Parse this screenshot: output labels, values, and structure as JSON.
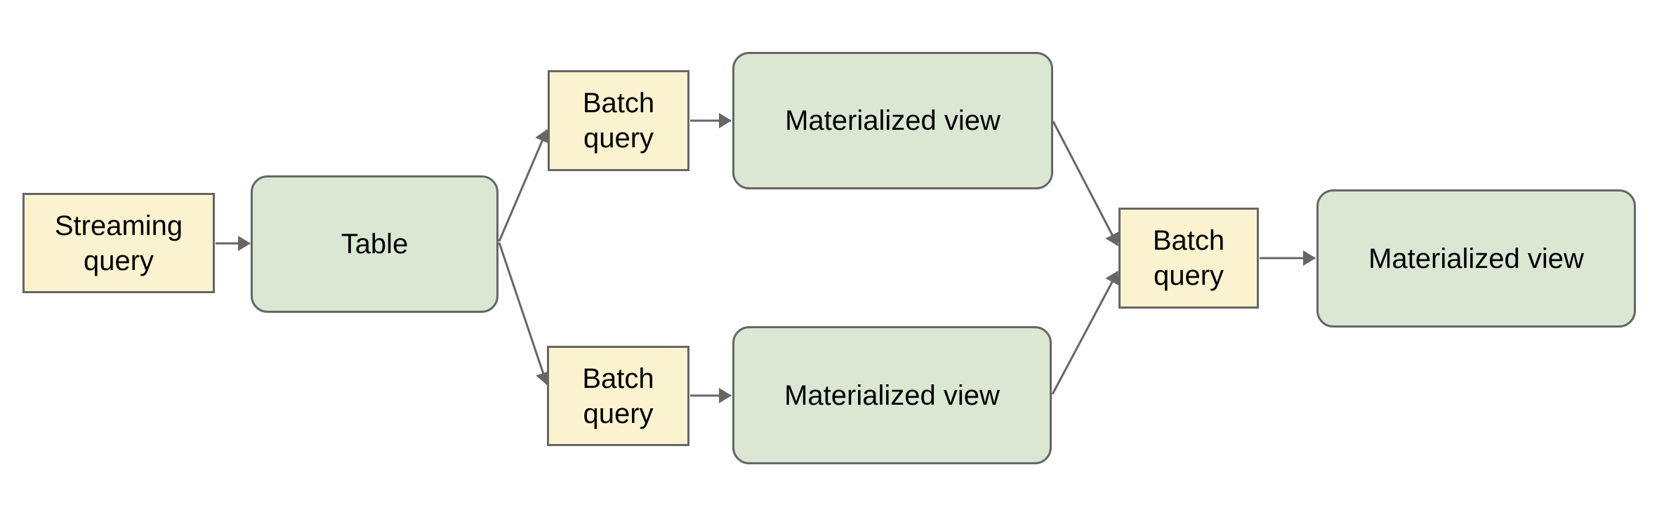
{
  "diagram": {
    "background": "#ffffff",
    "colors": {
      "query_fill": "#fbf2cf",
      "query_border": "#666666",
      "view_fill": "#dbe7d3",
      "view_border": "#666666",
      "arrow": "#666666",
      "text": "#000000",
      "background": "#ffffff"
    },
    "nodes": {
      "streaming_query": {
        "label": "Streaming query",
        "kind": "query"
      },
      "table": {
        "label": "Table",
        "kind": "view"
      },
      "batch_query_top": {
        "label": "Batch query",
        "kind": "query"
      },
      "materialized_view_top": {
        "label": "Materialized view",
        "kind": "view"
      },
      "batch_query_bottom": {
        "label": "Batch query",
        "kind": "query"
      },
      "materialized_view_bottom": {
        "label": "Materialized view",
        "kind": "view"
      },
      "batch_query_merge": {
        "label": "Batch query",
        "kind": "query"
      },
      "materialized_view_final": {
        "label": "Materialized view",
        "kind": "view"
      }
    },
    "edges": [
      {
        "from": "streaming_query",
        "to": "table"
      },
      {
        "from": "table",
        "to": "batch_query_top"
      },
      {
        "from": "table",
        "to": "batch_query_bottom"
      },
      {
        "from": "batch_query_top",
        "to": "materialized_view_top"
      },
      {
        "from": "batch_query_bottom",
        "to": "materialized_view_bottom"
      },
      {
        "from": "materialized_view_top",
        "to": "batch_query_merge"
      },
      {
        "from": "materialized_view_bottom",
        "to": "batch_query_merge"
      },
      {
        "from": "batch_query_merge",
        "to": "materialized_view_final"
      }
    ]
  }
}
